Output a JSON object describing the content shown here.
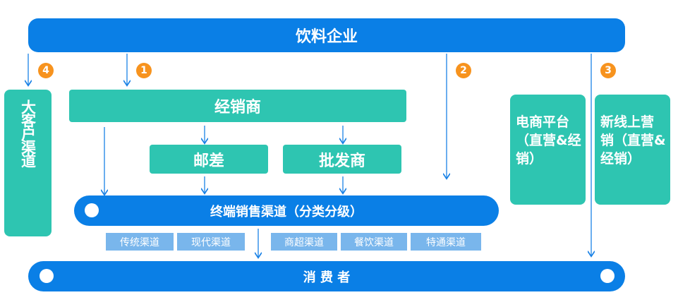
{
  "top_company": "饮料企业",
  "badges": {
    "b1": "1",
    "b2": "2",
    "b3": "3",
    "b4": "4"
  },
  "left_channel": "大客户渠道",
  "distributor": "经销商",
  "postal": "邮差",
  "wholesaler": "批发商",
  "terminal": "终端销售渠道（分类分级）",
  "sub_channels": [
    "传统渠道",
    "现代渠道",
    "商超渠道",
    "餐饮渠道",
    "特通渠道"
  ],
  "ecommerce": "电商平台（直营&经销）",
  "new_online": "新线上营销（直营&经销）",
  "consumer": "消 费 者",
  "colors": {
    "blue": "#0a7fe6",
    "teal": "#2ec5b1",
    "orange": "#f7931e",
    "chip": "#79b6ec"
  }
}
